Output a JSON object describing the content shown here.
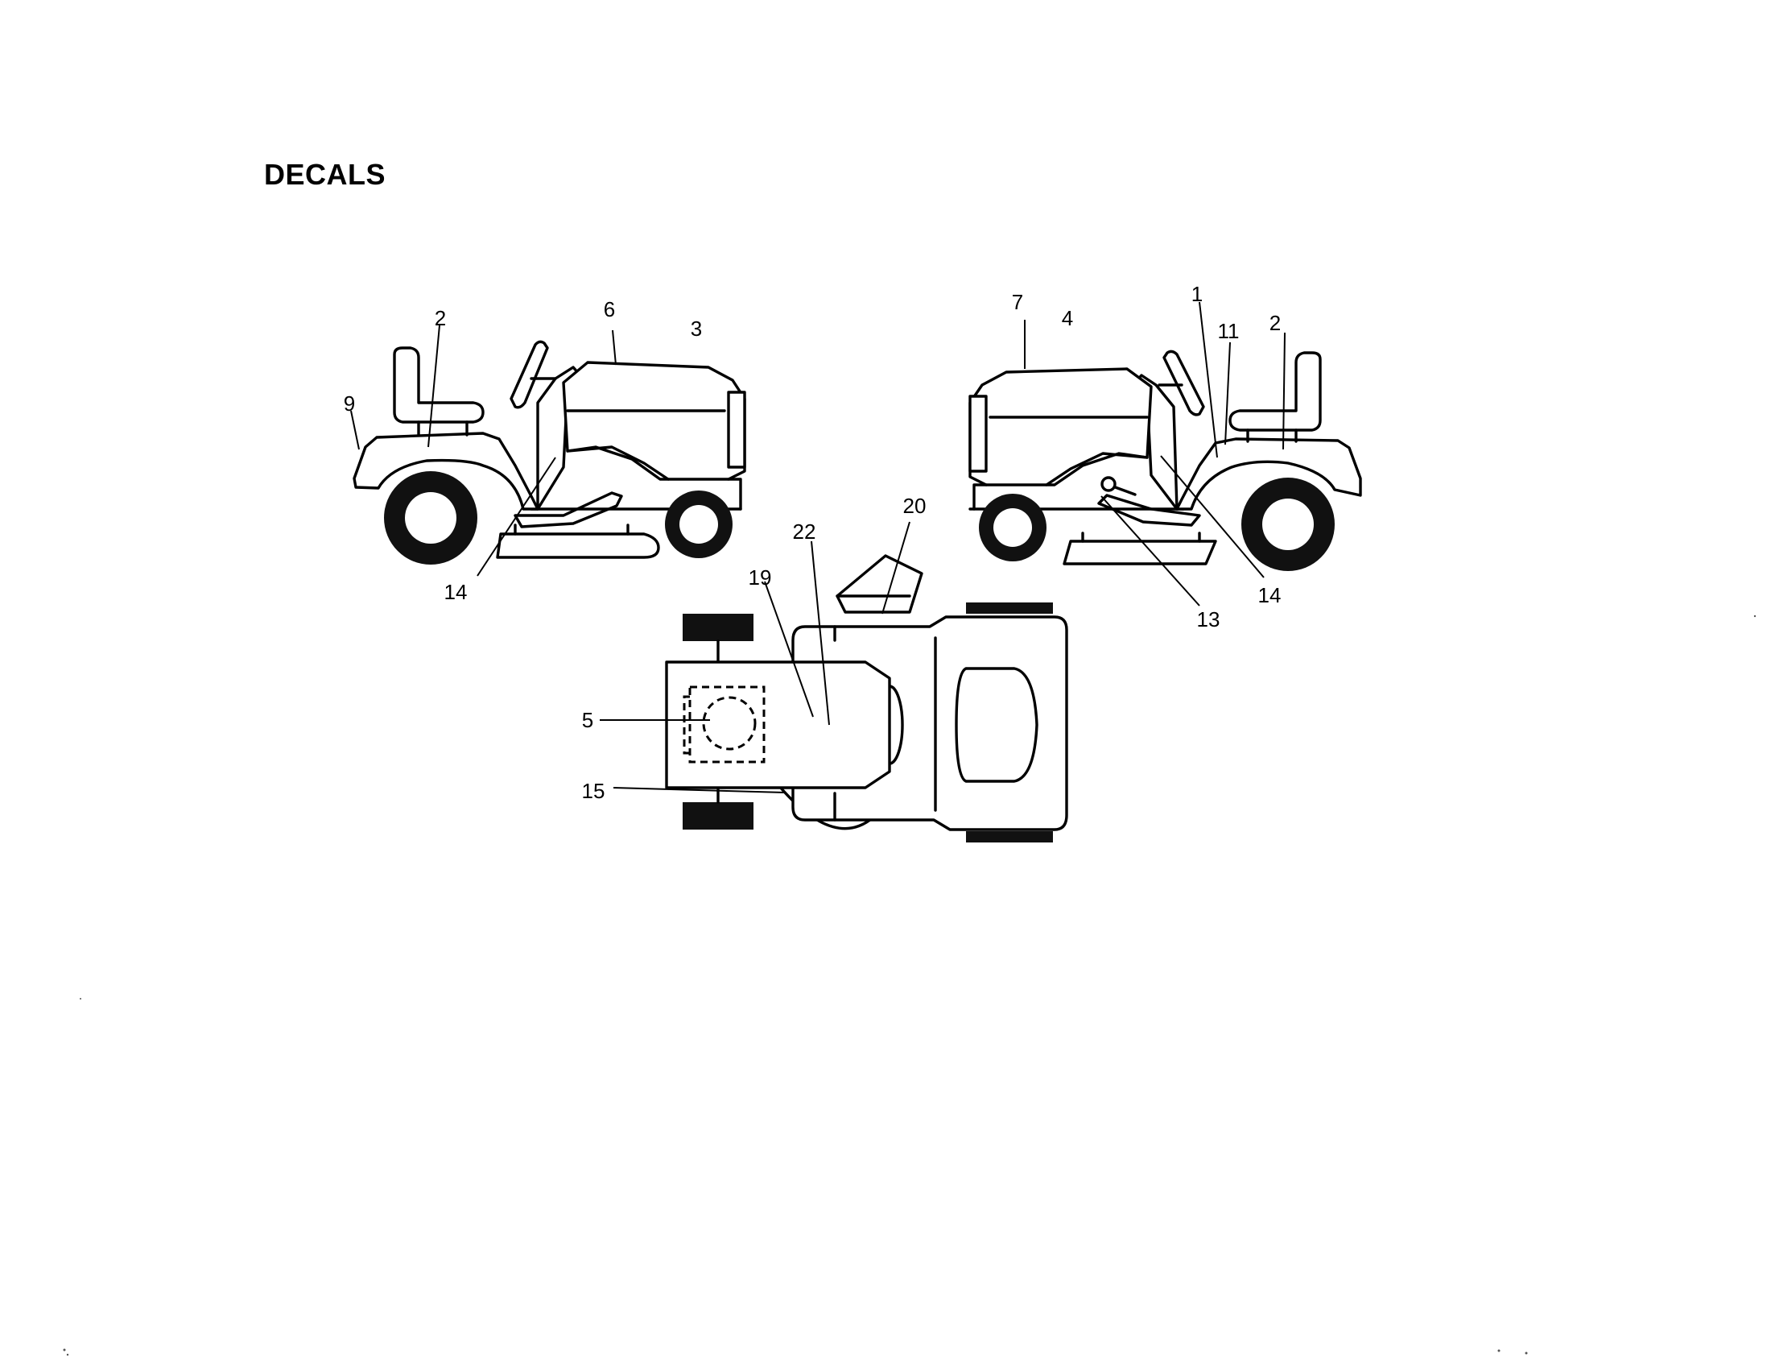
{
  "title": "DECALS",
  "callouts": {
    "left_view": {
      "c9": "9",
      "c2": "2",
      "c6": "6",
      "c3": "3",
      "c14": "14"
    },
    "right_view": {
      "c7": "7",
      "c4": "4",
      "c1": "1",
      "c11": "11",
      "c2": "2",
      "c14": "14",
      "c13": "13"
    },
    "top_view": {
      "c22": "22",
      "c20": "20",
      "c19": "19",
      "c5": "5",
      "c15": "15"
    }
  },
  "colors": {
    "line": "#000000",
    "background": "#ffffff",
    "tire": "#111111"
  }
}
